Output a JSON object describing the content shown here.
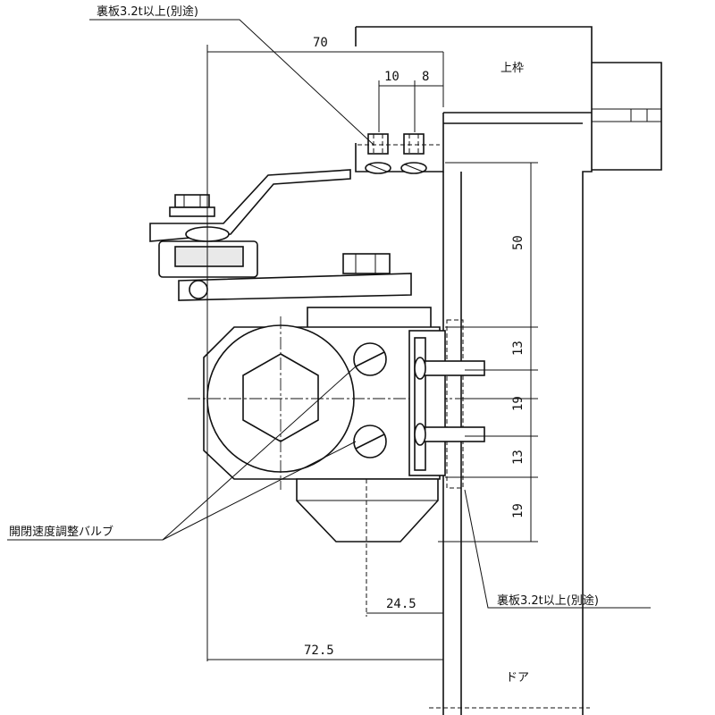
{
  "labels": {
    "back_plate_top": "裏板3.2t以上(別途)",
    "back_plate_right": "裏板3.2t以上(別途)",
    "valve": "開閉速度調整バルブ",
    "frame": "上枠",
    "door": "ドア"
  },
  "dimensions": {
    "d70": "70",
    "d10": "10",
    "d8": "8",
    "d50": "50",
    "d13a": "13",
    "d19a": "19",
    "d13b": "13",
    "d19b": "19",
    "d245": "24.5",
    "d725": "72.5"
  }
}
